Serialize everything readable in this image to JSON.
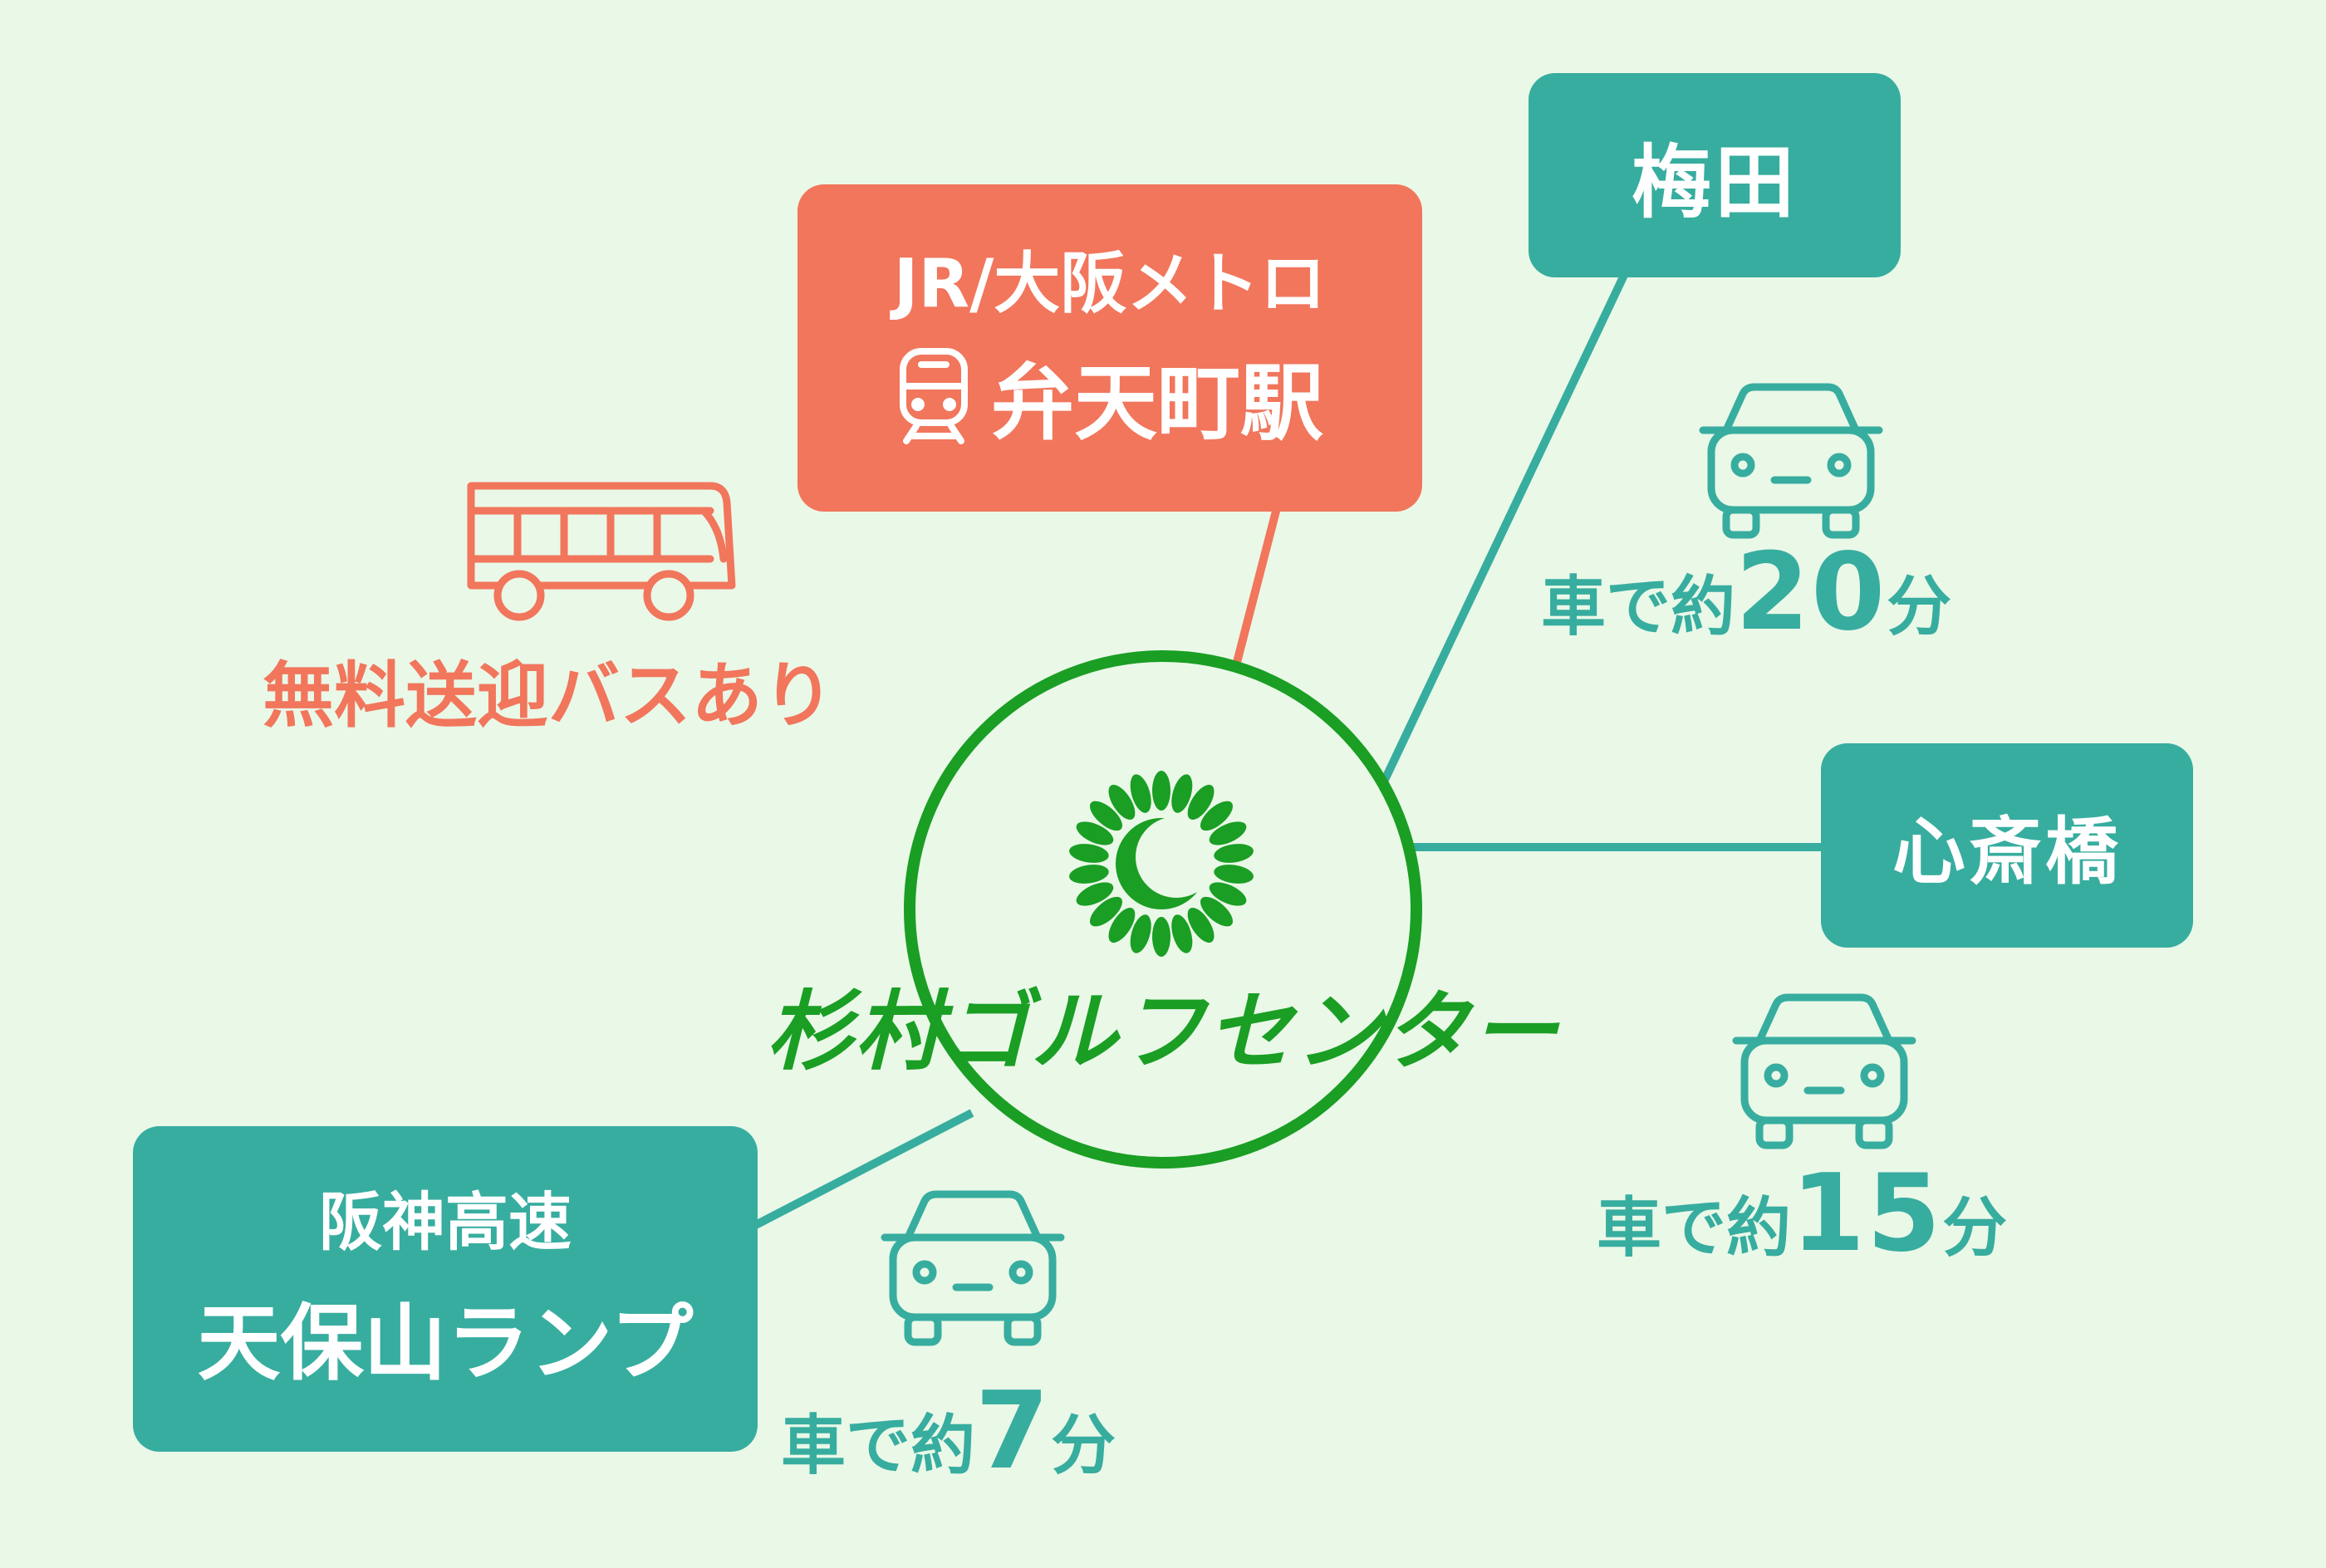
{
  "colors": {
    "background": "#eaf8e8",
    "teal": "#37ad9f",
    "coral": "#f1765c",
    "logo_green": "#1a9e24"
  },
  "center": {
    "name": "杉村ゴルフセンター"
  },
  "umeda": {
    "label": "梅田",
    "drive": {
      "prefix": "車で約",
      "number": "20",
      "unit": "分"
    }
  },
  "shinsaibashi": {
    "label": "心斎橋",
    "drive": {
      "prefix": "車で約",
      "number": "15",
      "unit": "分"
    }
  },
  "bentencho": {
    "line1": "JR/大阪メトロ",
    "line2": "弁天町駅",
    "icon": "train-icon"
  },
  "bus": {
    "label": "無料送迎バスあり",
    "icon": "bus-icon"
  },
  "tempozan": {
    "line1": "阪神高速",
    "line2": "天保山ランプ",
    "drive": {
      "prefix": "車で約",
      "number": "7",
      "unit": "分"
    }
  }
}
